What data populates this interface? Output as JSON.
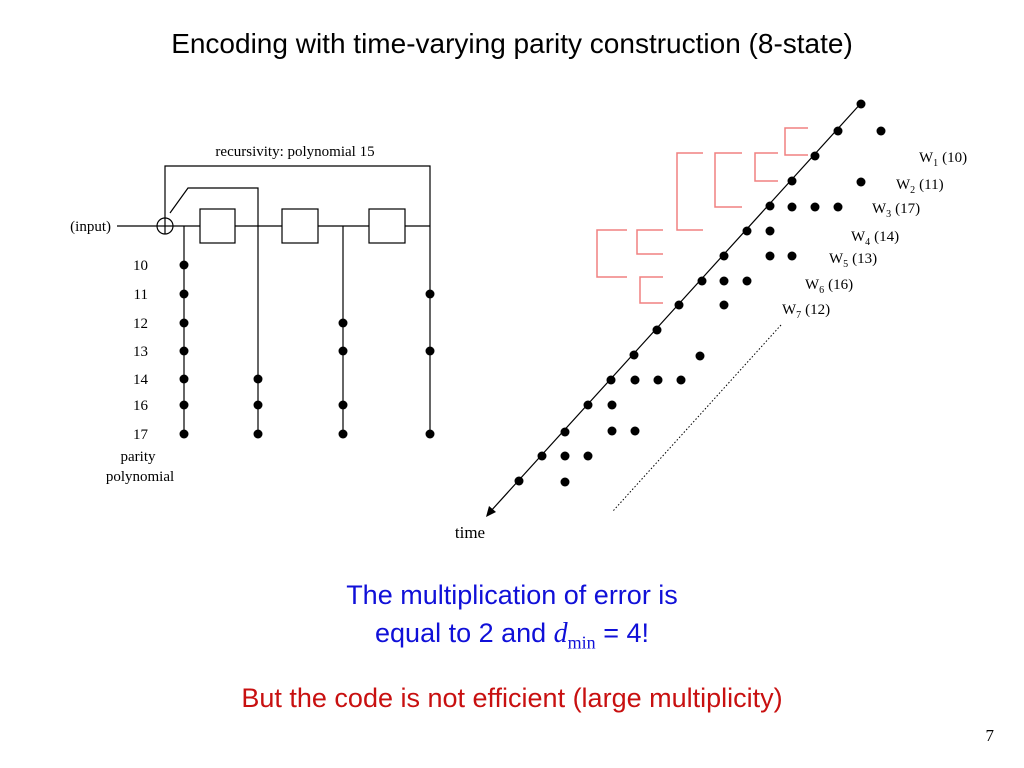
{
  "slide": {
    "title": "Encoding with time-varying parity construction (8-state)",
    "page_number": "7"
  },
  "encoder": {
    "recursivity_label": "recursivity: polynomial 15",
    "input_label": "(input)",
    "parity_rows": [
      "10",
      "11",
      "12",
      "13",
      "14",
      "16",
      "17"
    ],
    "parity_label_line1": "parity",
    "parity_label_line2": "polynomial"
  },
  "trellis": {
    "time_label": "time",
    "weights": [
      {
        "w": "W",
        "sub": "1",
        "poly": "(10)"
      },
      {
        "w": "W",
        "sub": "2",
        "poly": "(11)"
      },
      {
        "w": "W",
        "sub": "3",
        "poly": "(17)"
      },
      {
        "w": "W",
        "sub": "4",
        "poly": "(14)"
      },
      {
        "w": "W",
        "sub": "5",
        "poly": "(13)"
      },
      {
        "w": "W",
        "sub": "6",
        "poly": "(16)"
      },
      {
        "w": "W",
        "sub": "7",
        "poly": "(12)"
      }
    ]
  },
  "messages": {
    "line1": "The multiplication of error is",
    "line2_prefix": "equal to 2 and ",
    "dmin_d": "d",
    "dmin_sub": "min",
    "line2_suffix": " =  4!",
    "line3": "But the code is not efficient (large multiplicity)"
  },
  "colors": {
    "text": "#000000",
    "blue_text": "#1010d8",
    "red_text": "#c81010",
    "bracket": "#f08080"
  }
}
